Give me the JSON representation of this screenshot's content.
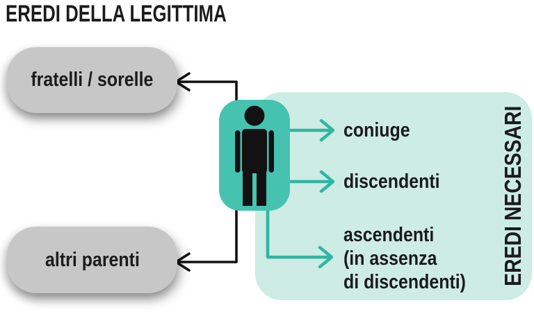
{
  "title": "EREDI DELLA LEGITTIMA",
  "palette": {
    "mint_panel": "#cdece4",
    "teal_node": "#46c3b0",
    "arrow_teal": "#2fb6a3",
    "box_gray": "#c7c7c7",
    "line_black": "#111111",
    "text": "#1b1b1b"
  },
  "legittima_heirs": [
    {
      "label": "fratelli / sorelle"
    },
    {
      "label": "altri parenti"
    }
  ],
  "center_node": {
    "icon": "person-icon"
  },
  "necessari_panel": {
    "side_label": "EREDI NECESSARI",
    "items": [
      {
        "label": "coniuge"
      },
      {
        "label": "discendenti"
      },
      {
        "label_lines": [
          "ascendenti",
          "(in assenza",
          "di discendenti)"
        ]
      }
    ]
  }
}
